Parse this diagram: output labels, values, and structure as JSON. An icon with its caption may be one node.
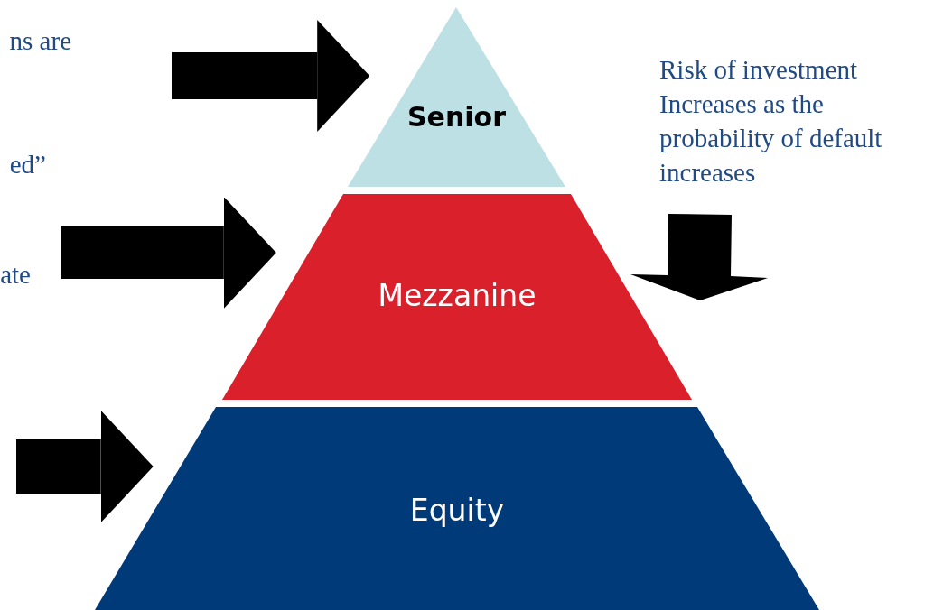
{
  "diagram": {
    "nodes": [
      {
        "text": [
          "Senior"
        ]
      },
      {
        "text": [
          "Mezzanine"
        ]
      },
      {
        "text": [
          "Equity"
        ]
      }
    ],
    "edges": [
      {
        "from": null,
        "to": 0,
        "arrow": "to"
      },
      {
        "from": null,
        "to": 1,
        "arrow": "to"
      },
      {
        "from": null,
        "to": 2,
        "arrow": "to"
      }
    ],
    "labels": [
      "ns are",
      "ed”",
      "ate",
      "Risk of investment Increases as the probability of default increases"
    ]
  }
}
